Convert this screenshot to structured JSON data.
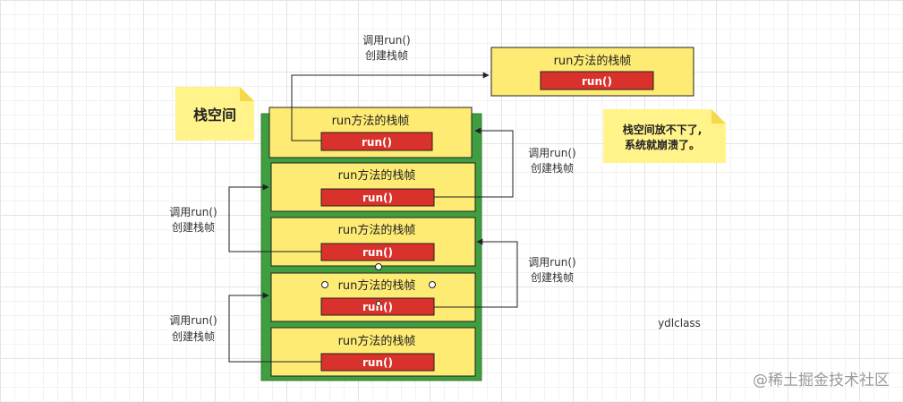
{
  "stack_space_label": "栈空间",
  "frame_title": "run方法的栈帧",
  "run_label": "run()",
  "call_label_line1": "调用run()",
  "call_label_line2": "创建栈帧",
  "overflow_note_line1": "栈空间放不下了,",
  "overflow_note_line2": "系统就崩溃了。",
  "author": "ydlclass",
  "watermark": "@稀土掘金技术社区",
  "colors": {
    "stack_green": "#3f9e3f",
    "frame_yellow": "#fdeb74",
    "run_red": "#d9312b",
    "note_yellow": "#fff38a"
  }
}
